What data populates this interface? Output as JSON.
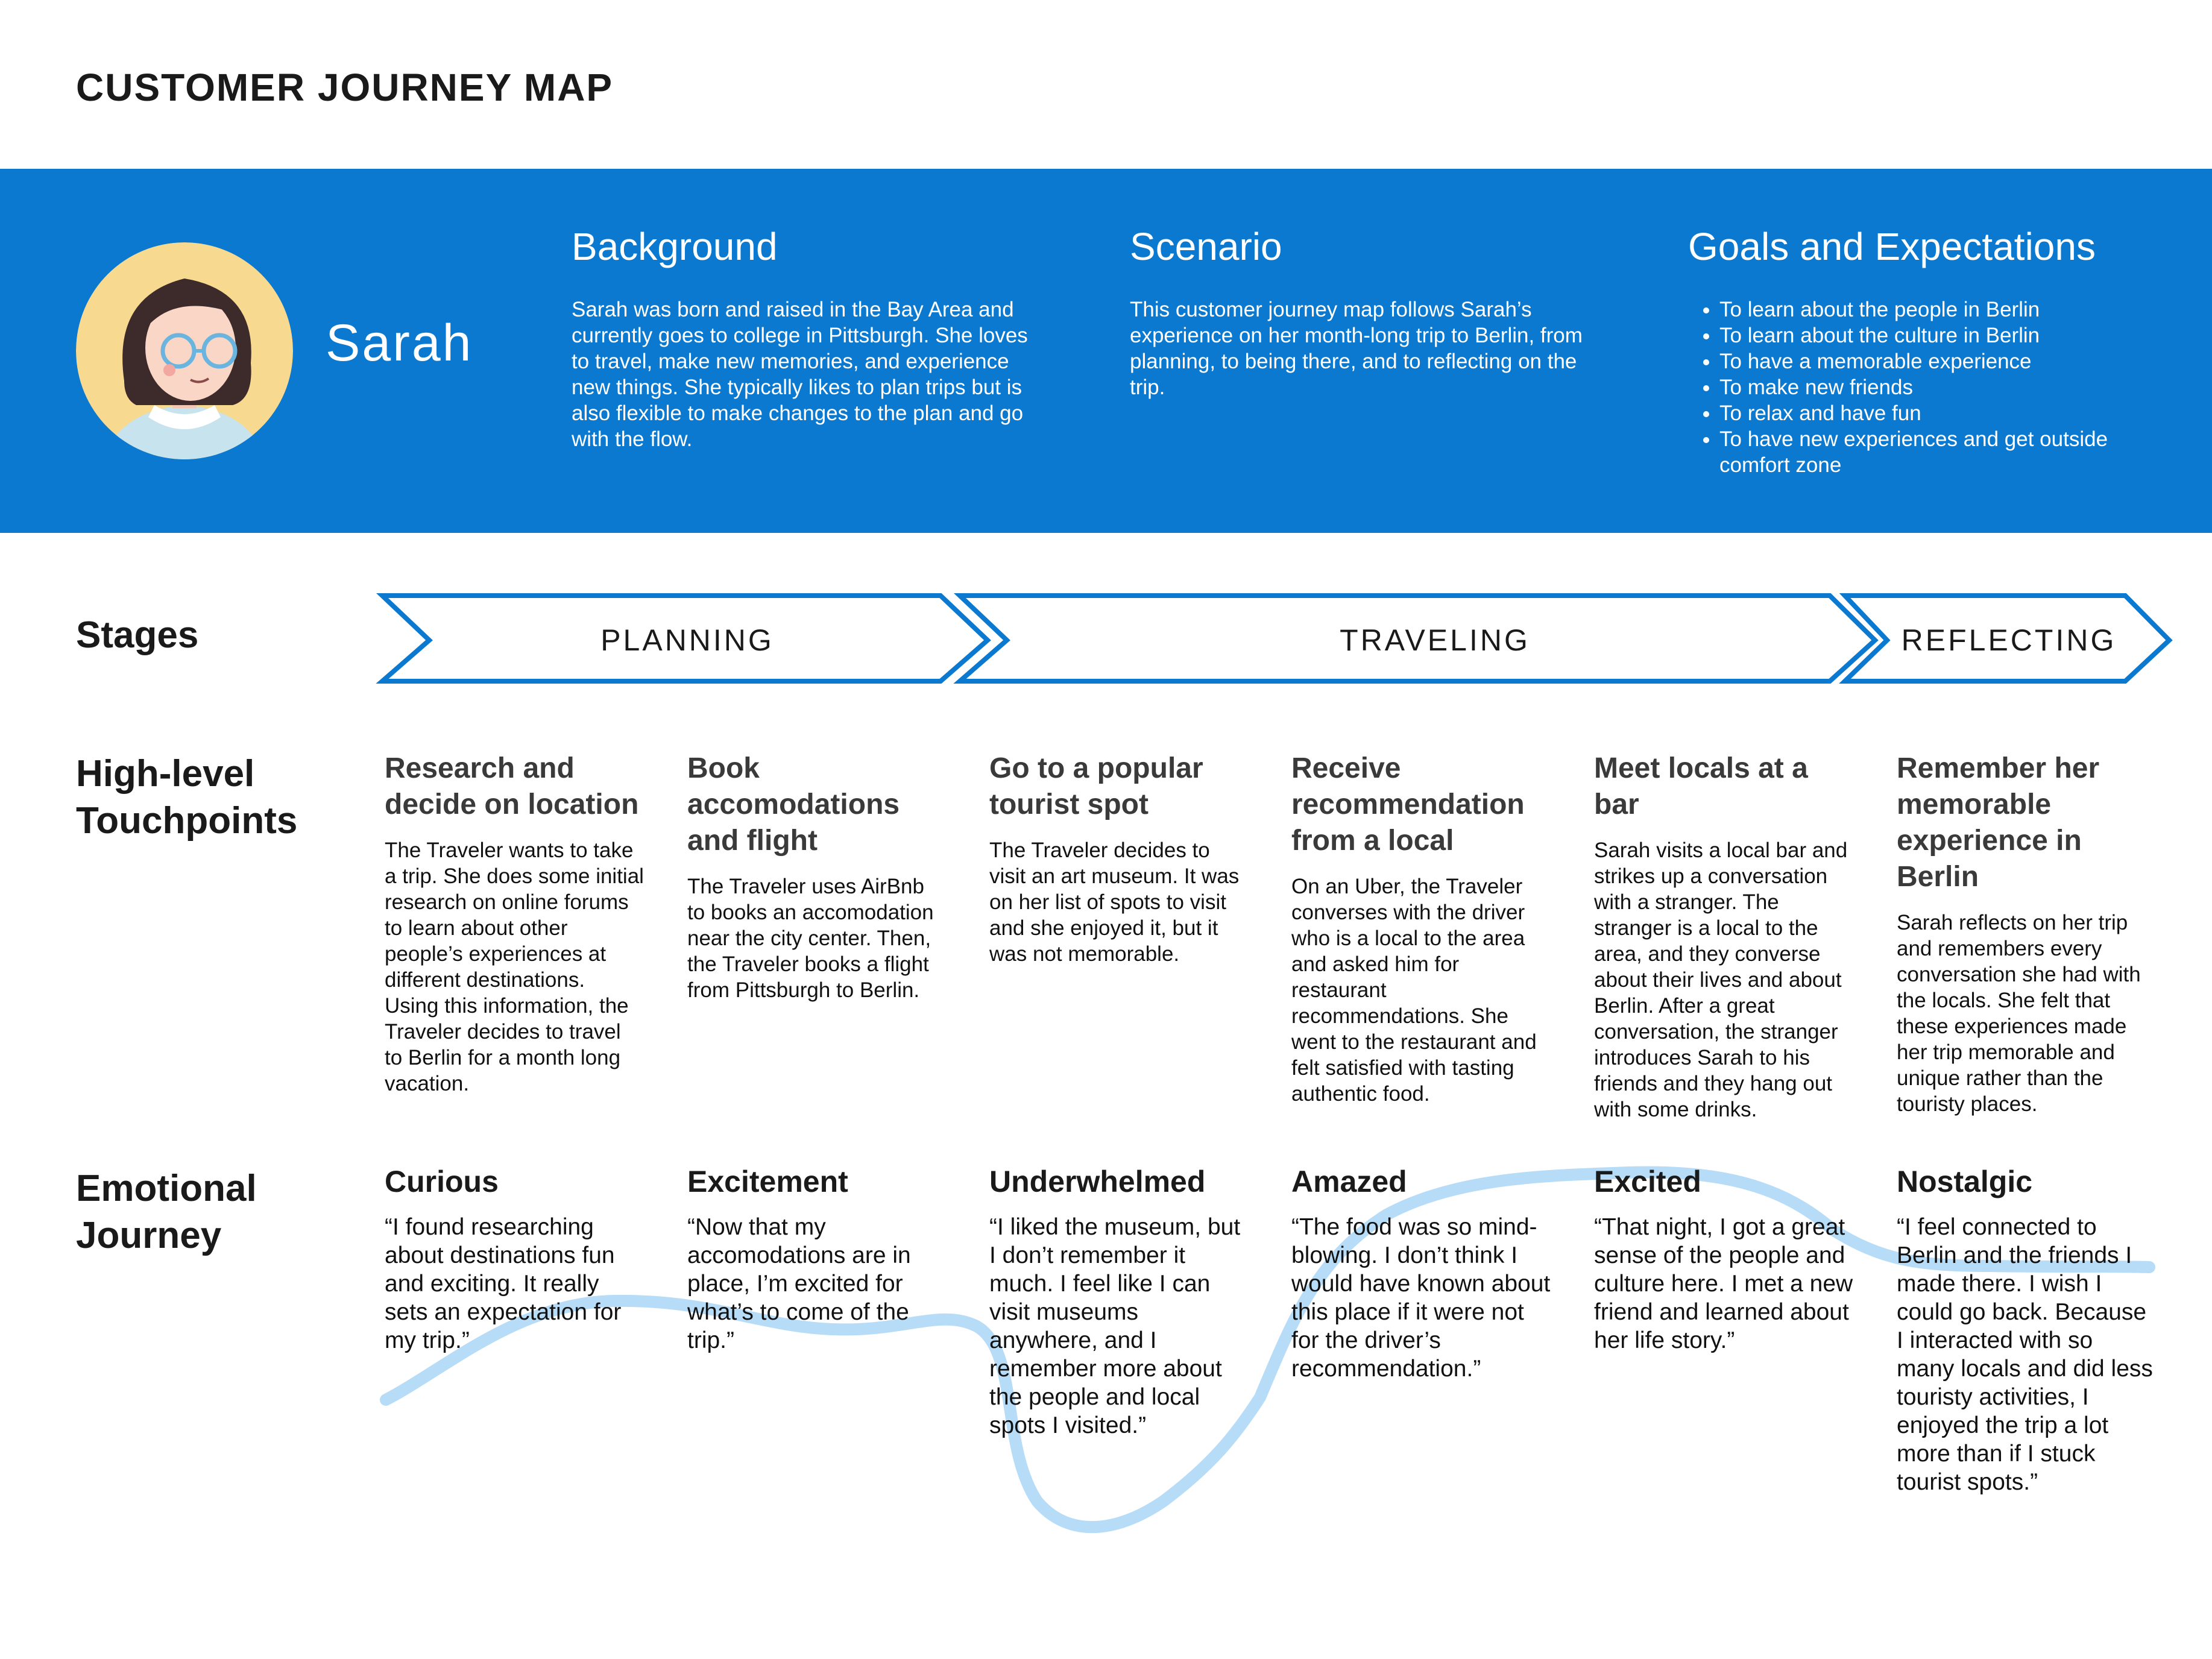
{
  "page": {
    "title": "CUSTOMER JOURNEY MAP"
  },
  "persona": {
    "name": "Sarah",
    "background": {
      "heading": "Background",
      "text": "Sarah was born and raised in the Bay Area and currently goes to college in Pittsburgh. She loves to travel, make new memories, and experience new things. She typically likes to plan trips but is also flexible to make changes to the plan and go with the flow."
    },
    "scenario": {
      "heading": "Scenario",
      "text": "This customer journey map follows Sarah’s experience on her month-long trip to Berlin, from planning, to being there, and to reflecting on the trip."
    },
    "goals": {
      "heading": "Goals and Expectations",
      "items": [
        "To learn about the people in Berlin",
        "To learn about the culture in Berlin",
        "To have a memorable experience",
        "To make new friends",
        "To relax and have fun",
        "To have new experiences and get outside comfort zone"
      ]
    }
  },
  "rows": {
    "stages": "Stages",
    "touchpoints_line1": "High-level",
    "touchpoints_line2": "Touchpoints",
    "emotional_line1": "Emotional",
    "emotional_line2": "Journey"
  },
  "stages": [
    "PLANNING",
    "TRAVELING",
    "REFLECTING"
  ],
  "touchpoints": [
    {
      "title": "Research and decide on location",
      "text": "The Traveler wants to take a trip. She does some initial research on online forums to learn about other people’s experiences at different destinations. Using this information, the Traveler decides to travel to Berlin for a month long vacation."
    },
    {
      "title": "Book accomodations and flight",
      "text": "The Traveler uses AirBnb to books an accomodation near the city center. Then, the Traveler books a flight from Pittsburgh to Berlin."
    },
    {
      "title": "Go to a popular tourist spot",
      "text": "The Traveler decides to visit an art museum. It was on her list of spots to visit and she enjoyed it, but it was not memorable."
    },
    {
      "title": "Receive recommendation from a local",
      "text": "On an Uber, the Traveler converses with the driver who is a local to the area and asked him for restaurant recommendations. She went to the restaurant and felt satisfied with tasting authentic food."
    },
    {
      "title": "Meet locals at a bar",
      "text": "Sarah visits a local bar and strikes up a conversation with a stranger. The stranger is a local to the area, and they converse about their lives and about Berlin. After a great conversation, the stranger introduces Sarah to his friends and they hang out with some drinks."
    },
    {
      "title": "Remember her memorable experience in Berlin",
      "text": "Sarah reflects on her trip and remembers every conversation she had with the locals. She felt that these experiences made her trip memorable and unique rather than the touristy places."
    }
  ],
  "emotions": [
    {
      "title": "Curious",
      "quote": "“I found researching about destinations fun and exciting. It really sets an expectation for my trip.”"
    },
    {
      "title": "Excitement",
      "quote": "“Now that my accomodations are in place, I’m excited for what’s to come of the trip.”"
    },
    {
      "title": "Underwhelmed",
      "quote": "“I liked the museum, but I don’t remember it much. I feel like I can visit museums anywhere, and I remember more about the people and local spots I visited.”"
    },
    {
      "title": "Amazed",
      "quote": "“The food was so mind-blowing. I don’t think I would have known about this place if it were not for the driver’s recommendation.”"
    },
    {
      "title": "Excited",
      "quote": "“That night, I got a great sense of the people and culture here. I met a new friend and learned about her life story.”"
    },
    {
      "title": "Nostalgic",
      "quote": "“I feel connected to Berlin and the friends I made there. I wish I could go back. Because I interacted with so many locals and did less touristy activities, I enjoyed the trip a lot more than if I stuck tourist spots.”"
    }
  ],
  "colors": {
    "banner": "#0b79cf",
    "stage_outline": "#0b79cf",
    "curve": "#b7dcf8",
    "avatar_bg": "#f7d990"
  }
}
